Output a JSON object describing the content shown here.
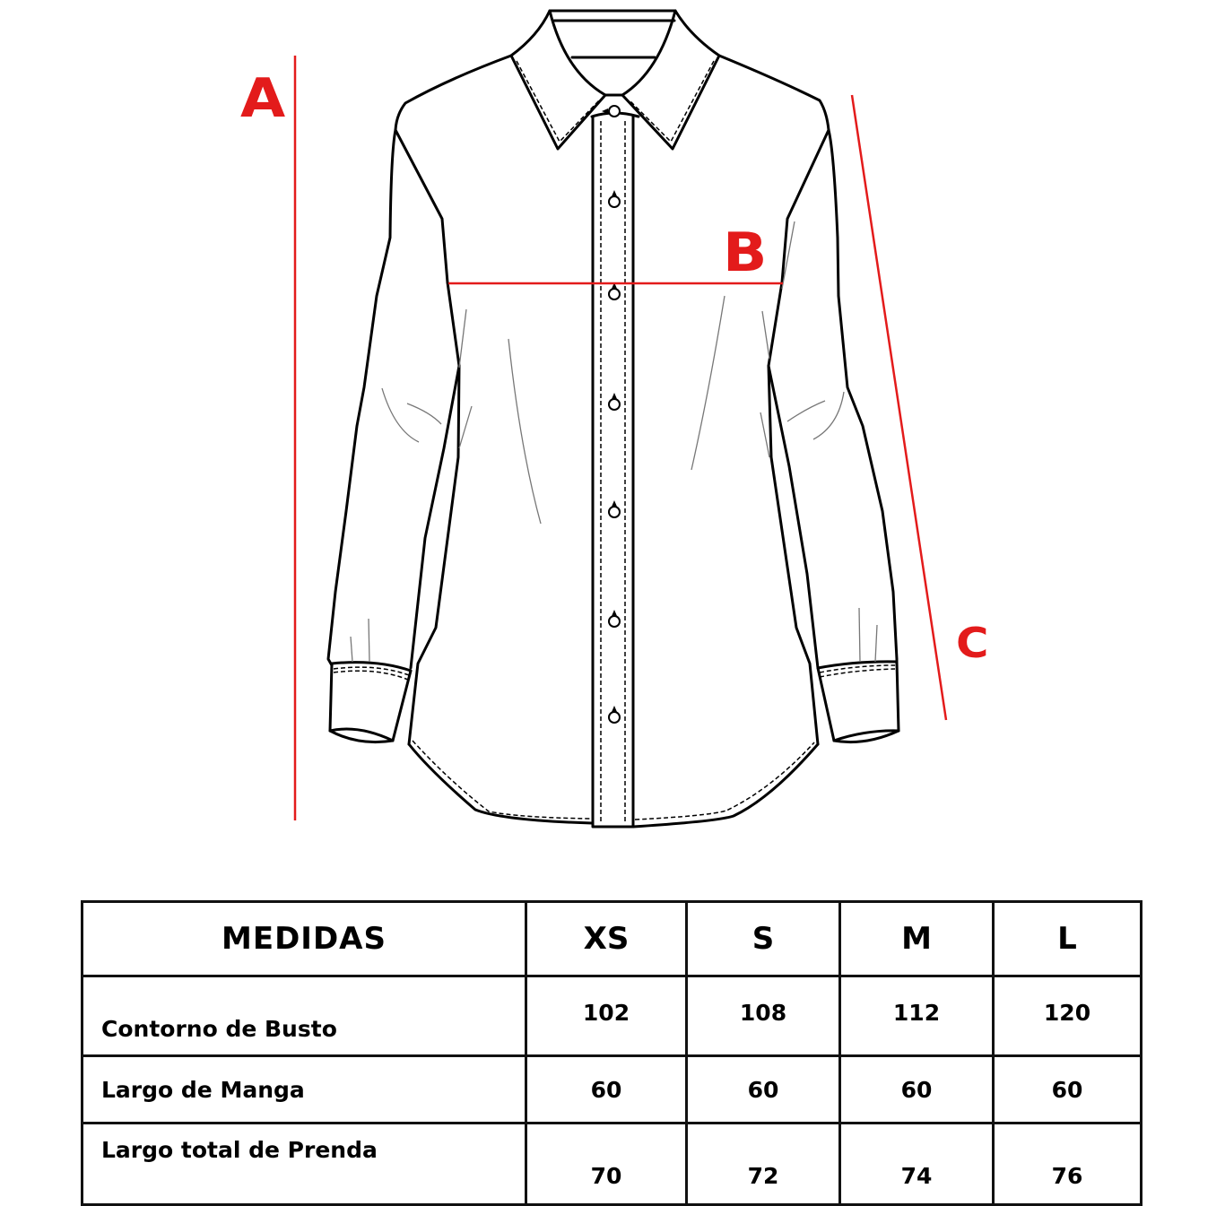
{
  "diagram": {
    "subject": "long-sleeve button-up shirt flat sketch",
    "measure_color": "#e31b1b",
    "labels": {
      "a": "A",
      "b": "B",
      "c": "C"
    }
  },
  "table": {
    "header": {
      "title": "MEDIDAS",
      "sizes": [
        "XS",
        "S",
        "M",
        "L"
      ]
    },
    "rows": [
      {
        "label": "Contorno de Busto",
        "values": [
          "102",
          "108",
          "112",
          "120"
        ]
      },
      {
        "label": "Largo de Manga",
        "values": [
          "60",
          "60",
          "60",
          "60"
        ]
      },
      {
        "label": "Largo total de Prenda",
        "values": [
          "70",
          "72",
          "74",
          "76"
        ]
      }
    ]
  },
  "chart_data": {
    "type": "table",
    "title": "MEDIDAS",
    "categories": [
      "XS",
      "S",
      "M",
      "L"
    ],
    "series": [
      {
        "name": "Contorno de Busto",
        "values": [
          102,
          108,
          112,
          120
        ]
      },
      {
        "name": "Largo de Manga",
        "values": [
          60,
          60,
          60,
          60
        ]
      },
      {
        "name": "Largo total de Prenda",
        "values": [
          70,
          72,
          74,
          76
        ]
      }
    ]
  }
}
